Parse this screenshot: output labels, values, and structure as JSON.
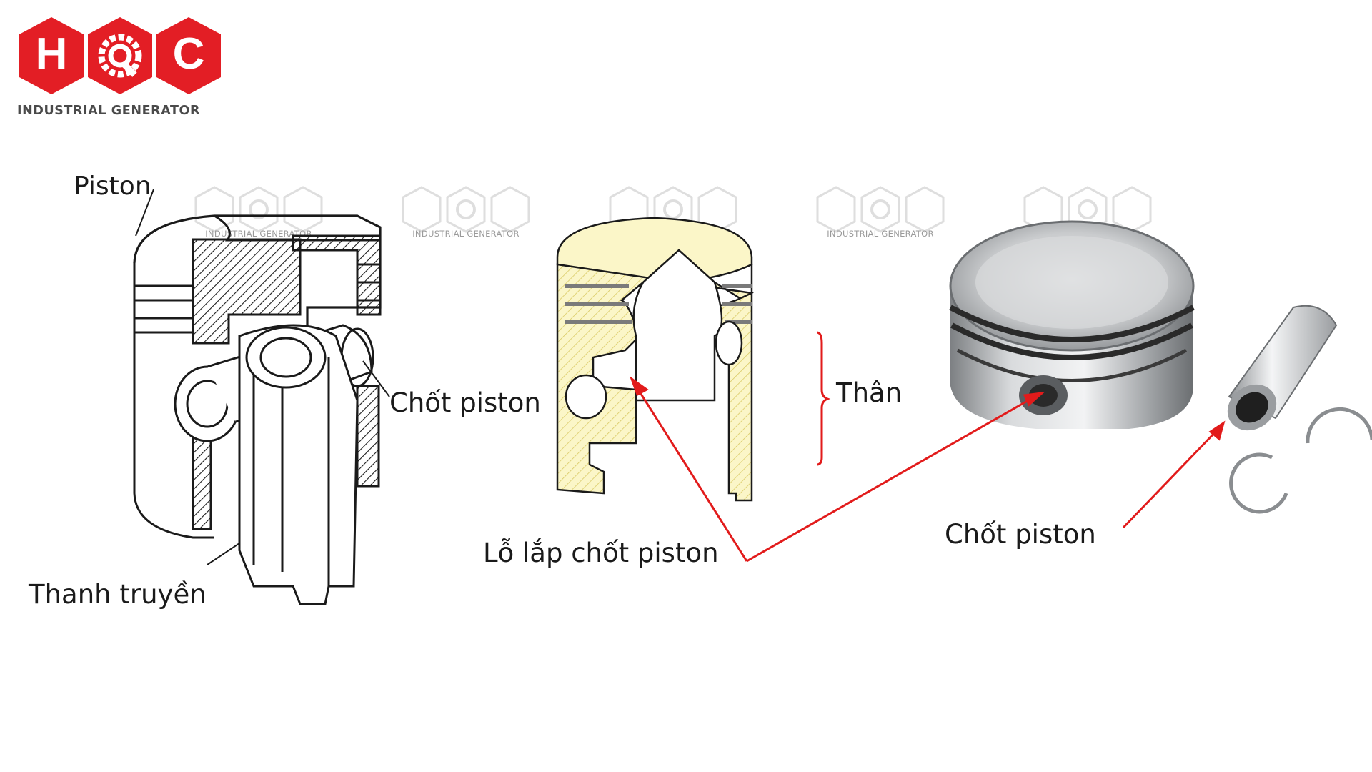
{
  "logo": {
    "letters": [
      "H",
      "Q",
      "C"
    ],
    "subtitle": "INDUSTRIAL GENERATOR",
    "brand_color": "#e31e25"
  },
  "watermark": {
    "subtitle": "INDUSTRIAL GENERATOR",
    "count": 5
  },
  "labels": {
    "piston": "Piston",
    "chot_piston_left": "Chốt piston",
    "thanh_truyen": "Thanh truyền",
    "than": "Thân",
    "lo_lap": "Lỗ lắp chốt piston",
    "chot_piston_right": "Chốt piston"
  },
  "colors": {
    "arrow": "#e21b1b",
    "section_fill": "#fbf6c8",
    "outline": "#1a1a1a"
  }
}
